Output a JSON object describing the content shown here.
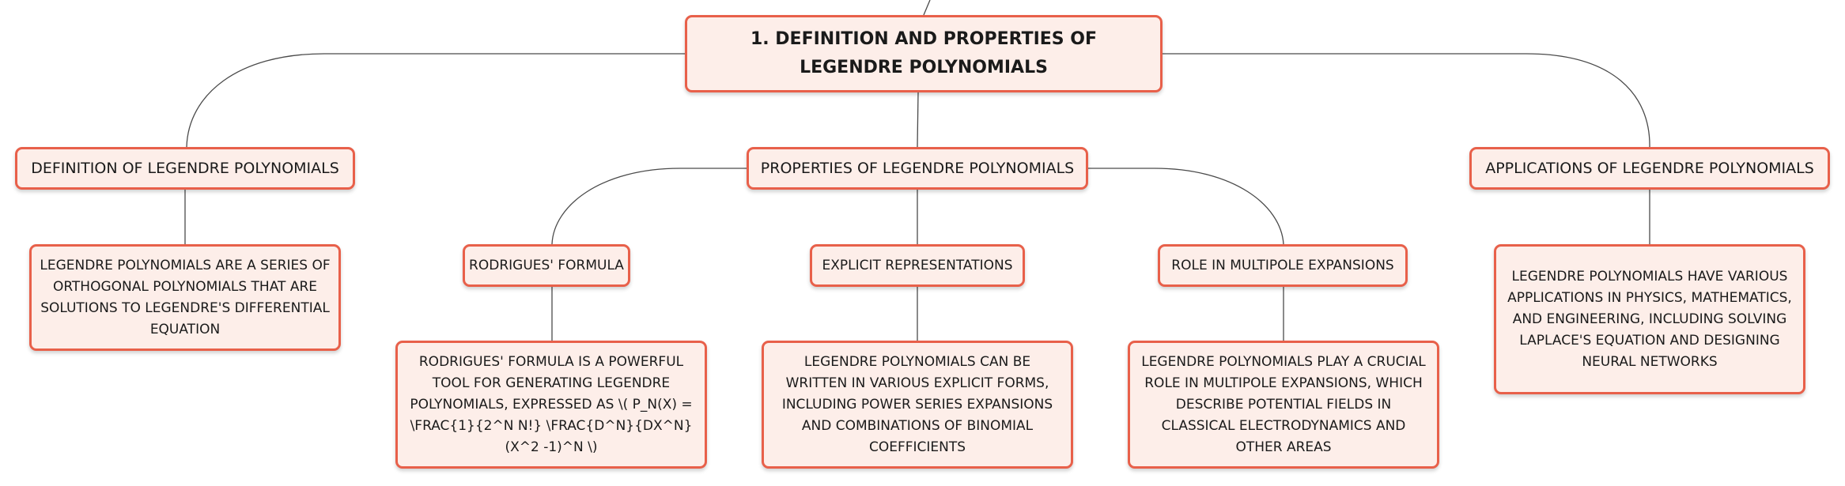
{
  "root": {
    "title": "1. DEFINITION AND PROPERTIES OF LEGENDRE POLYNOMIALS"
  },
  "branches": {
    "definition": {
      "label": "DEFINITION OF LEGENDRE POLYNOMIALS",
      "detail": "LEGENDRE POLYNOMIALS ARE A SERIES OF ORTHOGONAL POLYNOMIALS THAT ARE SOLUTIONS TO LEGENDRE'S DIFFERENTIAL EQUATION"
    },
    "properties": {
      "label": "PROPERTIES OF LEGENDRE POLYNOMIALS",
      "children": {
        "rodrigues": {
          "label": "RODRIGUES' FORMULA",
          "detail": "RODRIGUES' FORMULA IS A POWERFUL TOOL FOR GENERATING LEGENDRE POLYNOMIALS, EXPRESSED AS \\( P_N(X) = \\FRAC{1}{2^N N!} \\FRAC{D^N}{DX^N} (X^2 -1)^N \\)"
        },
        "explicit": {
          "label": "EXPLICIT REPRESENTATIONS",
          "detail": "LEGENDRE POLYNOMIALS CAN BE WRITTEN IN VARIOUS EXPLICIT FORMS, INCLUDING POWER SERIES EXPANSIONS AND COMBINATIONS OF BINOMIAL COEFFICIENTS"
        },
        "multipole": {
          "label": "ROLE IN MULTIPOLE EXPANSIONS",
          "detail": "LEGENDRE POLYNOMIALS PLAY A CRUCIAL ROLE IN MULTIPOLE EXPANSIONS, WHICH DESCRIBE POTENTIAL FIELDS IN CLASSICAL ELECTRODYNAMICS AND OTHER AREAS"
        }
      }
    },
    "applications": {
      "label": "APPLICATIONS OF LEGENDRE POLYNOMIALS",
      "detail": "LEGENDRE POLYNOMIALS HAVE VARIOUS APPLICATIONS IN PHYSICS, MATHEMATICS, AND ENGINEERING, INCLUDING SOLVING LAPLACE'S EQUATION AND DESIGNING NEURAL NETWORKS"
    }
  },
  "colors": {
    "node_fill": "#fdeee9",
    "node_border": "#e8604a",
    "connector": "#4a4a4a"
  }
}
